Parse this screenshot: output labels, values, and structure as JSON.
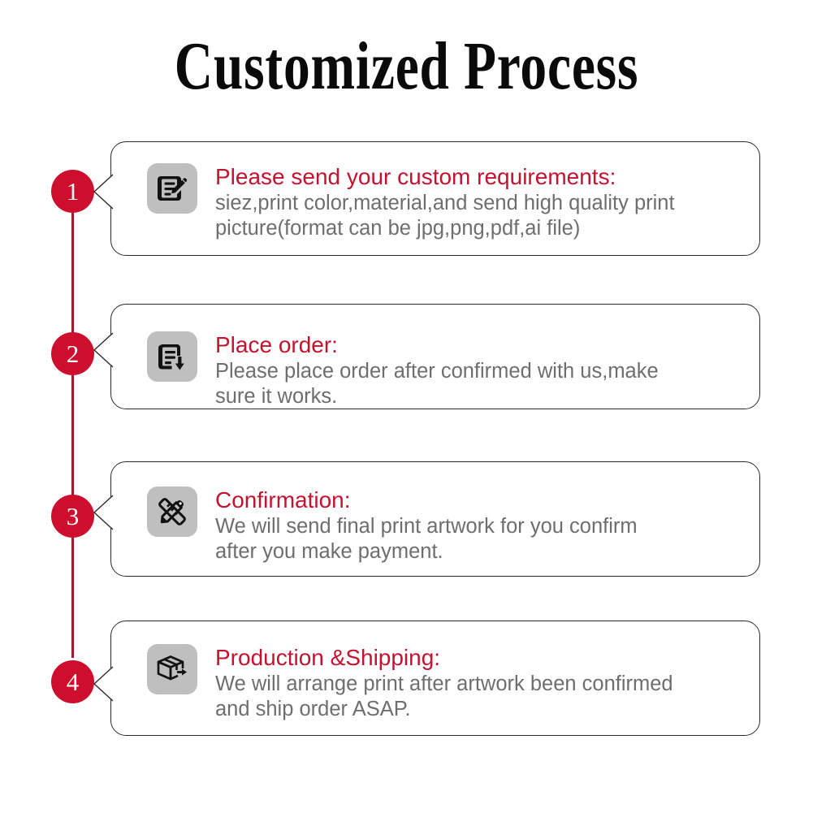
{
  "title": "Customized  Process",
  "theme": {
    "accent_red": "#CE0E2D",
    "heading_red": "#C4122F",
    "rail_red": "#9B1B28",
    "body_gray": "#6D6E70",
    "icon_badge_gray": "#BFBFBF",
    "card_border": "#2b2b2b",
    "background": "#FFFFFF"
  },
  "steps": [
    {
      "number": "1",
      "icon": "document-pencil-icon",
      "heading": "Please send your custom requirements:",
      "body": "siez,print color,material,and send high quality print\npicture(format can be jpg,png,pdf,ai file)"
    },
    {
      "number": "2",
      "icon": "document-download-icon",
      "heading": "Place order:",
      "body": "Please place order after confirmed with us,make\nsure it works."
    },
    {
      "number": "3",
      "icon": "ruler-pencil-icon",
      "heading": "Confirmation:",
      "body": "We will send final print artwork for you confirm\nafter you make payment."
    },
    {
      "number": "4",
      "icon": "box-shipping-icon",
      "heading": "Production &Shipping:",
      "body": " We will arrange print after artwork been confirmed\nand ship order ASAP."
    }
  ]
}
